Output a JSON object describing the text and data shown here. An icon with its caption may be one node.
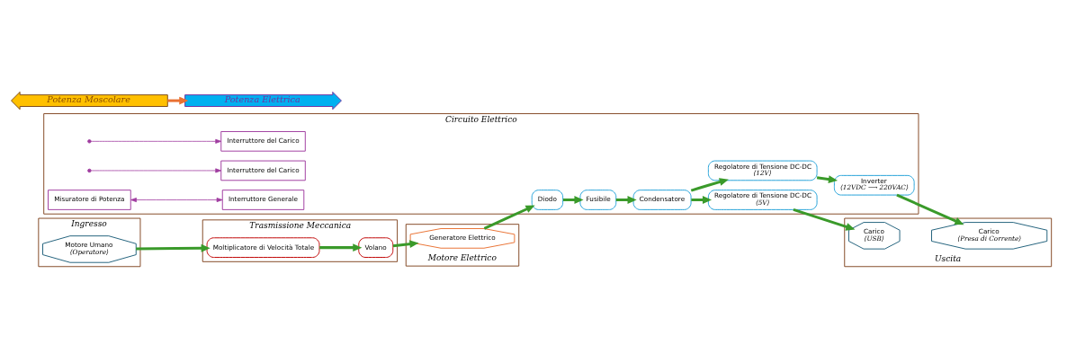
{
  "diagram": {
    "nodes": [
      {
        "text": [
          "Trasmissione Meccanica"
        ]
      },
      {
        "text": [
          "Volano"
        ],
        "in": 0
      },
      {
        "text": [
          "Moltiplicatore di Velocità Totale"
        ],
        "in": 0
      },
      {
        "text": [
          "Ingresso"
        ]
      },
      {
        "text": [
          "Motore Umano",
          "⟨Operatore⟩"
        ],
        "in": 3
      },
      {
        "text": [
          "Potenza Moscolare"
        ]
      },
      {
        "text": [
          "Potenza Elettrica"
        ]
      },
      {
        "text": [
          "Motore Elettrico"
        ]
      },
      {
        "text": [
          "Generatore Elettrico"
        ],
        "in": 7
      },
      {
        "text": [
          "Circuito Elettrico"
        ]
      },
      {
        "text": [
          "Misuratore di Potenza"
        ],
        "in": 9
      },
      {
        "text": [
          "Interruttore del Carico"
        ],
        "in": 9
      },
      {
        "text": [
          "Regolatore di Tensione DC-DC",
          "⟨5V⟩"
        ],
        "in": 9
      },
      {
        "text": [
          "Diodo"
        ],
        "in": 9
      },
      {
        "text": [
          "Fusibile"
        ],
        "in": 9
      },
      {
        "text": [
          "Condensatore"
        ],
        "in": 9
      },
      {
        "text": [
          "Interruttore Generale"
        ],
        "in": 9
      },
      {
        "text": [
          "Interruttore del Carico"
        ],
        "in": 9
      },
      {
        "text": [
          "Regolatore di Tensione DC-DC",
          "⟨12V⟩"
        ],
        "in": 9
      },
      {
        "text": [
          "Inverter",
          "⟨12VDC ⟶ 220VAC⟩"
        ],
        "in": 9
      },
      {
        "text": [
          "Uscita"
        ]
      },
      {
        "text": [
          "Carico",
          "⟨USB⟩"
        ],
        "in": 20
      },
      {
        "text": [
          "Carico",
          "⟨Presa di Corrente⟩"
        ],
        "in": 20
      }
    ],
    "edges": [
      {
        "from": 4,
        "to": 2,
        "arrow": "to"
      },
      {
        "from": 2,
        "to": 1,
        "arrow": "to"
      },
      {
        "from": 1,
        "to": 8,
        "arrow": "to"
      },
      {
        "from": 5,
        "to": 6,
        "arrow": "to",
        "color": "#e97132"
      },
      {
        "from": 8,
        "to": 13,
        "arrow": "to"
      },
      {
        "from": 13,
        "to": 14,
        "arrow": "to"
      },
      {
        "from": 14,
        "to": 15,
        "arrow": "to"
      },
      {
        "from": 15,
        "to": 12,
        "arrow": "to"
      },
      {
        "from": 15,
        "to": 18,
        "arrow": "to"
      },
      {
        "from": 12,
        "to": 21,
        "arrow": "to"
      },
      {
        "from": 18,
        "to": 19,
        "arrow": "to"
      },
      {
        "from": 19,
        "to": 22,
        "arrow": "to"
      },
      {
        "from": 10,
        "to": 16,
        "arrow": "both",
        "color": "#a03ca0"
      },
      {
        "from": null,
        "to": 11,
        "arrow": "to",
        "color": "#a03ca0"
      },
      {
        "from": null,
        "to": 17,
        "arrow": "to",
        "color": "#a03ca0"
      }
    ]
  }
}
